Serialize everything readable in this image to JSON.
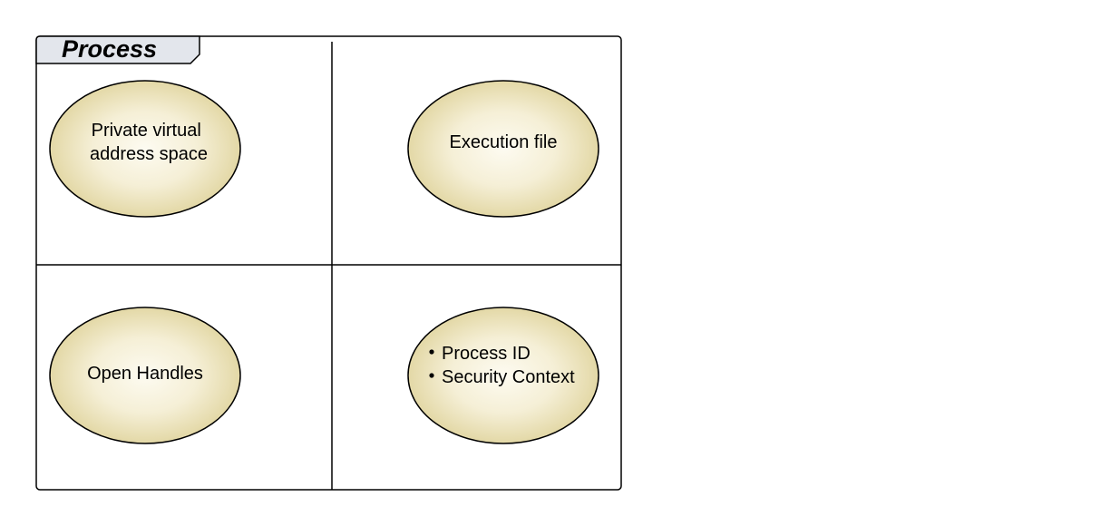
{
  "frame": {
    "title": "Process"
  },
  "nodes": {
    "private_virtual_address_space": {
      "lines": [
        "Private virtual",
        "address space"
      ]
    },
    "execution_file": {
      "label": "Execution file"
    },
    "open_handles": {
      "label": "Open Handles"
    },
    "process_attributes": {
      "bullets": [
        "Process ID",
        "Security Context"
      ]
    }
  },
  "colors": {
    "ellipse_center": "#fdfbf1",
    "ellipse_edge": "#e3d8a6",
    "tab_fill": "#e3e6ec",
    "stroke": "#000000"
  }
}
